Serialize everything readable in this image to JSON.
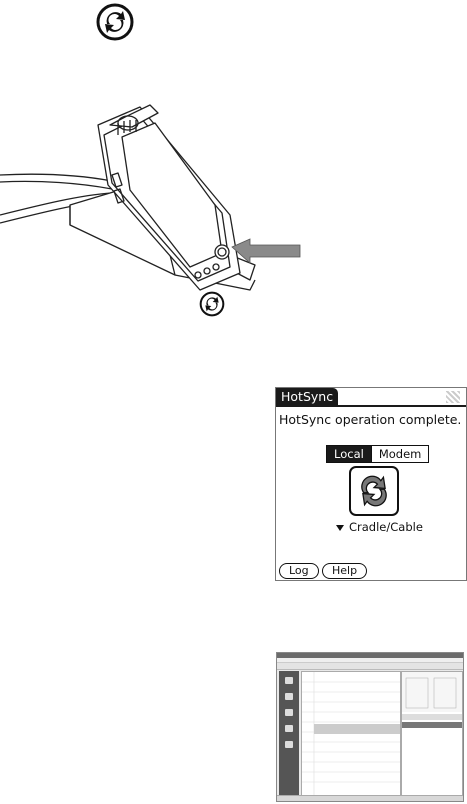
{
  "palm_screen": {
    "tab_title": "HotSync",
    "message": "HotSync operation complete.",
    "segments": [
      {
        "label": "Local",
        "selected": true
      },
      {
        "label": "Modem",
        "selected": false
      }
    ],
    "sync_icon": "hotsync-icon",
    "connection": "Cradle/Cable",
    "buttons": {
      "log": "Log",
      "help": "Help"
    }
  },
  "icons": {
    "top_glyph": "hotsync-icon",
    "cradle_glyph": "hotsync-icon",
    "arrow": "arrow-left-icon"
  },
  "desktop_window": {
    "description_icon": "palm-desktop-window"
  },
  "colors": {
    "screen_dark": "#1a1a1a",
    "illustration_line": "#222222",
    "arrow_gray": "#8a8a8a"
  }
}
